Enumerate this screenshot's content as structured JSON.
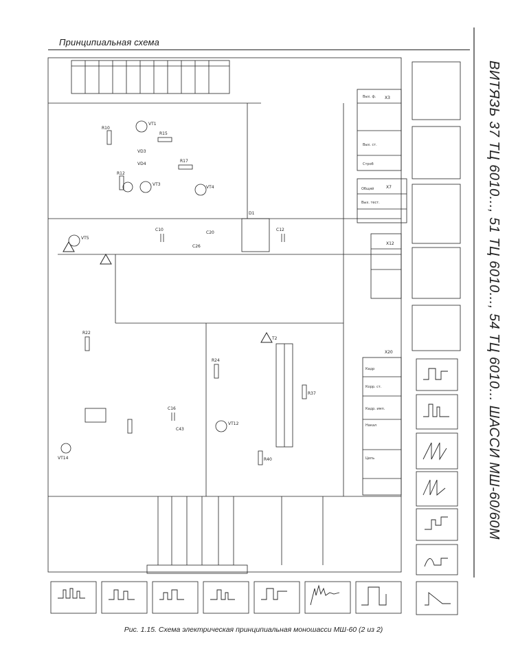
{
  "header": {
    "title": "Принципиальная схема"
  },
  "side_title": "ВИТЯЗЬ 37 ТЦ 6010..., 51 ТЦ 6010..., 54 ТЦ 6010... ШАССИ МШ-60/60М",
  "caption": "Рис. 1.15. Схема электрическая принципиальная моношасси МШ-60 (2 из 2)",
  "connector_labels": [
    "Вых. ф.",
    "Вых. ст.",
    "Строб",
    "Общий",
    "Вых. тест.",
    "Кадр",
    "Корр. ст.",
    "Кадр. имп.",
    "Накал",
    "Цепь"
  ],
  "component_labels": [
    "R10",
    "R12",
    "R15",
    "R17",
    "R22",
    "R24",
    "C10",
    "C12",
    "C16",
    "C20",
    "C26",
    "VT1",
    "VT3",
    "VT4",
    "VT5",
    "VD3",
    "VD4",
    "D1",
    "T2",
    "R37",
    "R40",
    "C43",
    "VT12",
    "VT14",
    "X3",
    "X7",
    "X12",
    "X20"
  ],
  "icons": [
    "warning-triangle-icon",
    "warning-triangle-icon",
    "warning-triangle-icon"
  ]
}
